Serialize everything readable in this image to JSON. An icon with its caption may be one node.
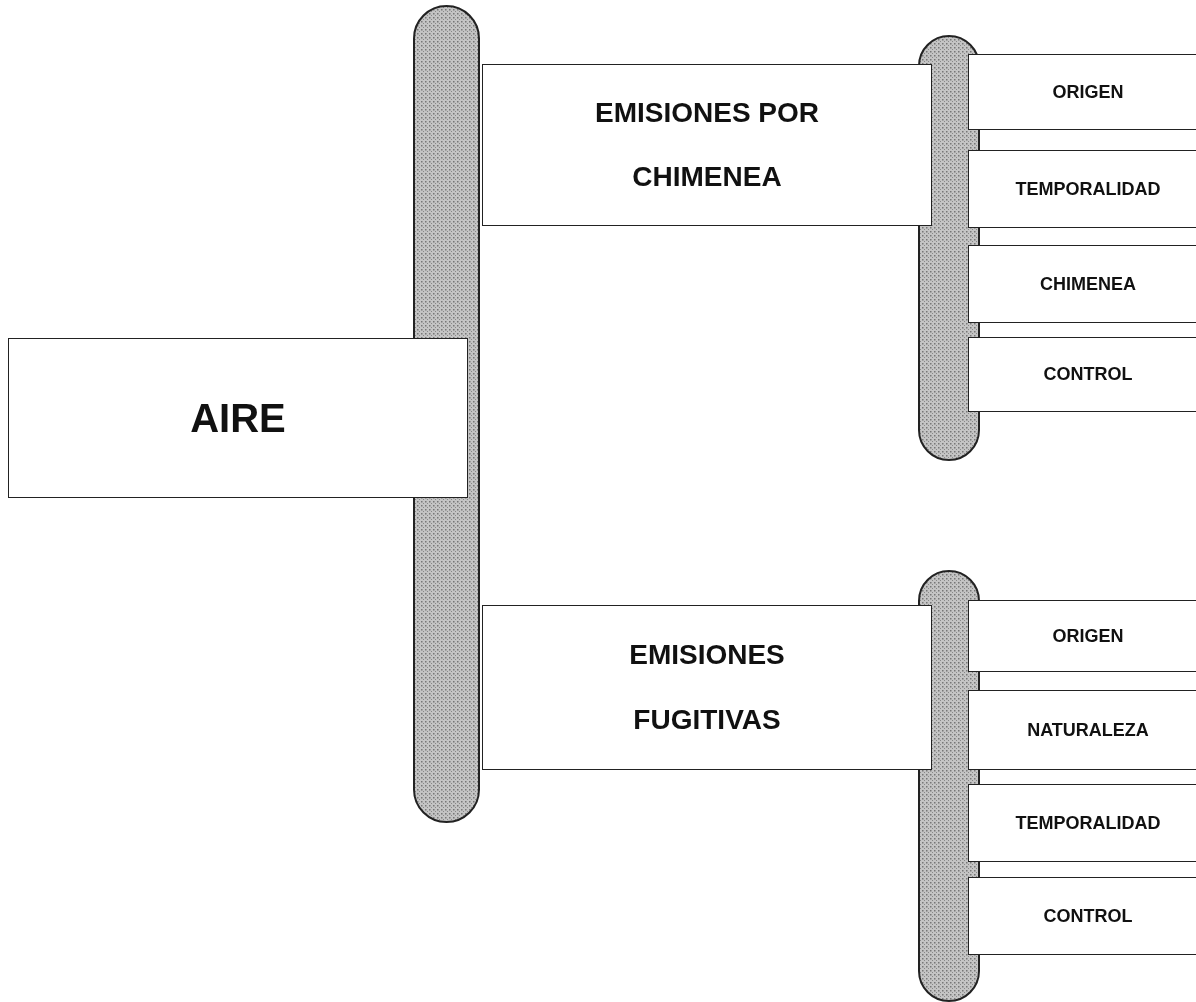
{
  "diagram": {
    "nodes": [
      {
        "text": [
          "AIRE"
        ]
      },
      {
        "text": [],
        "shape": "bar"
      },
      {
        "text": [
          "EMISIONES POR CHIMENEA"
        ]
      },
      {
        "text": [],
        "shape": "bar"
      },
      {
        "text": [
          "ORIGEN"
        ]
      },
      {
        "text": [
          "TEMPORALIDAD"
        ]
      },
      {
        "text": [
          "CHIMENEA"
        ]
      },
      {
        "text": [
          "CONTROL"
        ]
      },
      {
        "text": [
          "EMISIONES FUGITIVAS"
        ]
      },
      {
        "text": [],
        "shape": "bar"
      },
      {
        "text": [
          "ORIGEN"
        ]
      },
      {
        "text": [
          "NATURALEZA"
        ]
      },
      {
        "text": [
          "TEMPORALIDAD"
        ]
      },
      {
        "text": [
          "CONTROL"
        ]
      }
    ]
  }
}
